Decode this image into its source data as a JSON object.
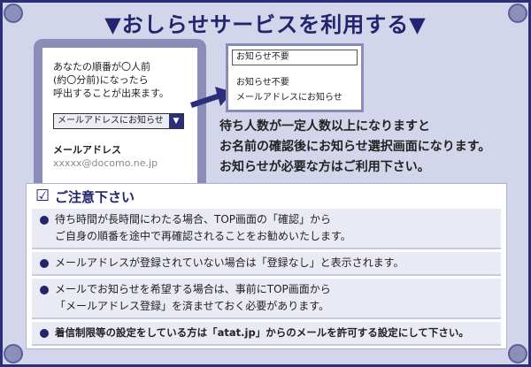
{
  "title": "▼おしらせサービスを利用する▼",
  "phone": {
    "message_lines": [
      "あなたの順番が〇人前",
      "(約〇分前)になったら",
      "呼出することが出来ます。"
    ],
    "select_value": "メールアドレスにお知らせ",
    "email_label": "メールアドレス",
    "email_value": "xxxxx@docomo.ne.jp"
  },
  "popup": {
    "header": "お知らせ不要",
    "options": [
      "お知らせ不要",
      "メールアドレスにお知らせ"
    ]
  },
  "description_lines": [
    "待ち人数が一定人数以上になりますと",
    "お名前の確認後にお知らせ選択画面になります。",
    "お知らせが必要な方はご利用下さい。"
  ],
  "notice": {
    "title": "ご注意下さい",
    "items": [
      {
        "line1": "待ち時間が長時間にわたる場合、TOP画面の「確認」から",
        "line2": "ご自身の順番を途中で再確認されることをお勧めいたします。"
      },
      {
        "line1": "メールアドレスが登録されていない場合は「登録なし」と表示されます。",
        "line2": ""
      },
      {
        "line1": "メールでお知らせを希望する場合は、事前にTOP画面から",
        "line2": "「メールアドレス登録」を済ませておく必要があります。"
      },
      {
        "line1": "着信制限等の設定をしている方は「atat.jp」からのメールを許可する設定にして下さい。",
        "line2": ""
      }
    ]
  }
}
